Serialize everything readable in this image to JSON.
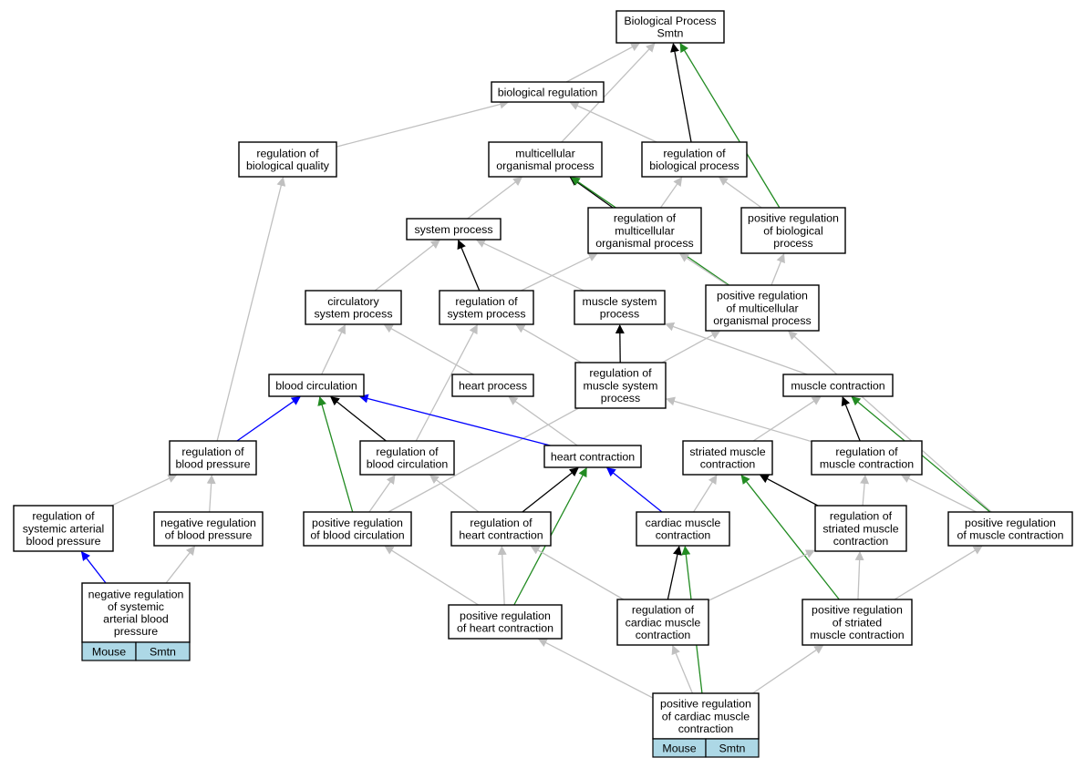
{
  "colors": {
    "is_a": "#c0c0c0",
    "part_of": "#000000",
    "regulates": "#0000ff",
    "positively_regulates": "#228b22",
    "tag_fill": "#add8e6"
  },
  "nodes": {
    "root": [
      "Biological Process",
      "Smtn"
    ],
    "biological_regulation": [
      "biological regulation"
    ],
    "regulation_of_biological_quality": [
      "regulation of",
      "biological quality"
    ],
    "multicellular_organismal_process": [
      "multicellular",
      "organismal process"
    ],
    "regulation_of_biological_process": [
      "regulation of",
      "biological process"
    ],
    "system_process": [
      "system process"
    ],
    "regulation_of_multicellular_organismal_process": [
      "regulation of",
      "multicellular",
      "organismal process"
    ],
    "positive_regulation_of_biological_process": [
      "positive regulation",
      "of biological",
      "process"
    ],
    "circulatory_system_process": [
      "circulatory",
      "system process"
    ],
    "regulation_of_system_process": [
      "regulation of",
      "system process"
    ],
    "muscle_system_process": [
      "muscle system",
      "process"
    ],
    "positive_regulation_of_multicellular_organismal_process": [
      "positive regulation",
      "of multicellular",
      "organismal process"
    ],
    "blood_circulation": [
      "blood circulation"
    ],
    "heart_process": [
      "heart process"
    ],
    "regulation_of_muscle_system_process": [
      "regulation of",
      "muscle system",
      "process"
    ],
    "muscle_contraction": [
      "muscle contraction"
    ],
    "regulation_of_blood_pressure": [
      "regulation of",
      "blood pressure"
    ],
    "regulation_of_blood_circulation": [
      "regulation of",
      "blood circulation"
    ],
    "heart_contraction": [
      "heart contraction"
    ],
    "striated_muscle_contraction": [
      "striated muscle",
      "contraction"
    ],
    "regulation_of_muscle_contraction": [
      "regulation of",
      "muscle contraction"
    ],
    "regulation_of_systemic_arterial_blood_pressure": [
      "regulation of",
      "systemic arterial",
      "blood pressure"
    ],
    "negative_regulation_of_blood_pressure": [
      "negative regulation",
      "of blood pressure"
    ],
    "positive_regulation_of_blood_circulation": [
      "positive regulation",
      "of blood circulation"
    ],
    "regulation_of_heart_contraction": [
      "regulation of",
      "heart contraction"
    ],
    "cardiac_muscle_contraction": [
      "cardiac muscle",
      "contraction"
    ],
    "regulation_of_striated_muscle_contraction": [
      "regulation of",
      "striated muscle",
      "contraction"
    ],
    "positive_regulation_of_muscle_contraction": [
      "positive regulation",
      "of muscle contraction"
    ],
    "negative_regulation_of_systemic_arterial_blood_pressure": [
      "negative regulation",
      "of systemic",
      "arterial blood",
      "pressure"
    ],
    "positive_regulation_of_heart_contraction": [
      "positive regulation",
      "of heart contraction"
    ],
    "regulation_of_cardiac_muscle_contraction": [
      "regulation of",
      "cardiac muscle",
      "contraction"
    ],
    "positive_regulation_of_striated_muscle_contraction": [
      "positive regulation",
      "of striated",
      "muscle contraction"
    ],
    "positive_regulation_of_cardiac_muscle_contraction": [
      "positive regulation",
      "of cardiac muscle",
      "contraction"
    ]
  },
  "tags": {
    "negative_regulation_of_systemic_arterial_blood_pressure": [
      "Mouse",
      "Smtn"
    ],
    "positive_regulation_of_cardiac_muscle_contraction": [
      "Mouse",
      "Smtn"
    ]
  },
  "edges": [
    {
      "from": "biological_regulation",
      "to": "root",
      "type": "is_a"
    },
    {
      "from": "multicellular_organismal_process",
      "to": "root",
      "type": "is_a"
    },
    {
      "from": "regulation_of_biological_process",
      "to": "root",
      "type": "part_of"
    },
    {
      "from": "positive_regulation_of_biological_process",
      "to": "root",
      "type": "positively_regulates"
    },
    {
      "from": "regulation_of_biological_quality",
      "to": "biological_regulation",
      "type": "is_a"
    },
    {
      "from": "regulation_of_biological_process",
      "to": "biological_regulation",
      "type": "is_a"
    },
    {
      "from": "system_process",
      "to": "multicellular_organismal_process",
      "type": "is_a"
    },
    {
      "from": "regulation_of_multicellular_organismal_process",
      "to": "multicellular_organismal_process",
      "type": "part_of"
    },
    {
      "from": "positive_regulation_of_multicellular_organismal_process",
      "to": "multicellular_organismal_process",
      "type": "positively_regulates"
    },
    {
      "from": "regulation_of_multicellular_organismal_process",
      "to": "regulation_of_biological_process",
      "type": "is_a"
    },
    {
      "from": "positive_regulation_of_biological_process",
      "to": "regulation_of_biological_process",
      "type": "is_a"
    },
    {
      "from": "circulatory_system_process",
      "to": "system_process",
      "type": "is_a"
    },
    {
      "from": "regulation_of_system_process",
      "to": "system_process",
      "type": "part_of"
    },
    {
      "from": "muscle_system_process",
      "to": "system_process",
      "type": "is_a"
    },
    {
      "from": "regulation_of_system_process",
      "to": "regulation_of_multicellular_organismal_process",
      "type": "is_a"
    },
    {
      "from": "positive_regulation_of_multicellular_organismal_process",
      "to": "regulation_of_multicellular_organismal_process",
      "type": "is_a"
    },
    {
      "from": "positive_regulation_of_multicellular_organismal_process",
      "to": "positive_regulation_of_biological_process",
      "type": "is_a"
    },
    {
      "from": "blood_circulation",
      "to": "circulatory_system_process",
      "type": "is_a"
    },
    {
      "from": "heart_process",
      "to": "circulatory_system_process",
      "type": "is_a"
    },
    {
      "from": "regulation_of_blood_circulation",
      "to": "regulation_of_system_process",
      "type": "is_a"
    },
    {
      "from": "regulation_of_muscle_system_process",
      "to": "regulation_of_system_process",
      "type": "is_a"
    },
    {
      "from": "regulation_of_muscle_system_process",
      "to": "muscle_system_process",
      "type": "part_of"
    },
    {
      "from": "muscle_contraction",
      "to": "muscle_system_process",
      "type": "is_a"
    },
    {
      "from": "positive_regulation_of_blood_circulation",
      "to": "positive_regulation_of_multicellular_organismal_process",
      "type": "is_a"
    },
    {
      "from": "positive_regulation_of_muscle_contraction",
      "to": "positive_regulation_of_multicellular_organismal_process",
      "type": "is_a"
    },
    {
      "from": "regulation_of_blood_pressure",
      "to": "regulation_of_biological_quality",
      "type": "is_a"
    },
    {
      "from": "regulation_of_blood_pressure",
      "to": "blood_circulation",
      "type": "regulates"
    },
    {
      "from": "regulation_of_blood_circulation",
      "to": "blood_circulation",
      "type": "part_of"
    },
    {
      "from": "positive_regulation_of_blood_circulation",
      "to": "blood_circulation",
      "type": "positively_regulates"
    },
    {
      "from": "heart_contraction",
      "to": "blood_circulation",
      "type": "regulates"
    },
    {
      "from": "heart_contraction",
      "to": "heart_process",
      "type": "is_a"
    },
    {
      "from": "regulation_of_muscle_contraction",
      "to": "regulation_of_muscle_system_process",
      "type": "is_a"
    },
    {
      "from": "striated_muscle_contraction",
      "to": "muscle_contraction",
      "type": "is_a"
    },
    {
      "from": "regulation_of_muscle_contraction",
      "to": "muscle_contraction",
      "type": "part_of"
    },
    {
      "from": "positive_regulation_of_muscle_contraction",
      "to": "muscle_contraction",
      "type": "positively_regulates"
    },
    {
      "from": "regulation_of_systemic_arterial_blood_pressure",
      "to": "regulation_of_blood_pressure",
      "type": "is_a"
    },
    {
      "from": "negative_regulation_of_blood_pressure",
      "to": "regulation_of_blood_pressure",
      "type": "is_a"
    },
    {
      "from": "positive_regulation_of_blood_circulation",
      "to": "regulation_of_blood_circulation",
      "type": "is_a"
    },
    {
      "from": "regulation_of_heart_contraction",
      "to": "regulation_of_blood_circulation",
      "type": "is_a"
    },
    {
      "from": "regulation_of_heart_contraction",
      "to": "heart_contraction",
      "type": "part_of"
    },
    {
      "from": "positive_regulation_of_heart_contraction",
      "to": "heart_contraction",
      "type": "positively_regulates"
    },
    {
      "from": "cardiac_muscle_contraction",
      "to": "heart_contraction",
      "type": "regulates"
    },
    {
      "from": "cardiac_muscle_contraction",
      "to": "striated_muscle_contraction",
      "type": "is_a"
    },
    {
      "from": "regulation_of_striated_muscle_contraction",
      "to": "striated_muscle_contraction",
      "type": "part_of"
    },
    {
      "from": "positive_regulation_of_striated_muscle_contraction",
      "to": "striated_muscle_contraction",
      "type": "positively_regulates"
    },
    {
      "from": "regulation_of_striated_muscle_contraction",
      "to": "regulation_of_muscle_contraction",
      "type": "is_a"
    },
    {
      "from": "positive_regulation_of_muscle_contraction",
      "to": "regulation_of_muscle_contraction",
      "type": "is_a"
    },
    {
      "from": "negative_regulation_of_systemic_arterial_blood_pressure",
      "to": "regulation_of_systemic_arterial_blood_pressure",
      "type": "regulates"
    },
    {
      "from": "negative_regulation_of_systemic_arterial_blood_pressure",
      "to": "negative_regulation_of_blood_pressure",
      "type": "is_a"
    },
    {
      "from": "positive_regulation_of_heart_contraction",
      "to": "positive_regulation_of_blood_circulation",
      "type": "is_a"
    },
    {
      "from": "positive_regulation_of_heart_contraction",
      "to": "regulation_of_heart_contraction",
      "type": "is_a"
    },
    {
      "from": "regulation_of_cardiac_muscle_contraction",
      "to": "regulation_of_heart_contraction",
      "type": "is_a"
    },
    {
      "from": "regulation_of_cardiac_muscle_contraction",
      "to": "cardiac_muscle_contraction",
      "type": "part_of"
    },
    {
      "from": "regulation_of_cardiac_muscle_contraction",
      "to": "regulation_of_striated_muscle_contraction",
      "type": "is_a"
    },
    {
      "from": "positive_regulation_of_striated_muscle_contraction",
      "to": "regulation_of_striated_muscle_contraction",
      "type": "is_a"
    },
    {
      "from": "positive_regulation_of_striated_muscle_contraction",
      "to": "positive_regulation_of_muscle_contraction",
      "type": "is_a"
    },
    {
      "from": "positive_regulation_of_cardiac_muscle_contraction",
      "to": "positive_regulation_of_heart_contraction",
      "type": "is_a"
    },
    {
      "from": "positive_regulation_of_cardiac_muscle_contraction",
      "to": "regulation_of_cardiac_muscle_contraction",
      "type": "is_a"
    },
    {
      "from": "positive_regulation_of_cardiac_muscle_contraction",
      "to": "cardiac_muscle_contraction",
      "type": "positively_regulates"
    },
    {
      "from": "positive_regulation_of_cardiac_muscle_contraction",
      "to": "positive_regulation_of_striated_muscle_contraction",
      "type": "is_a"
    }
  ]
}
